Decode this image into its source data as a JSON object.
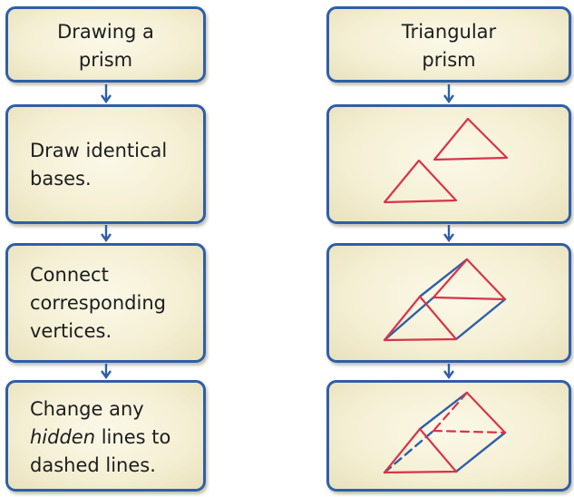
{
  "left_column": {
    "title": {
      "line1": "Drawing a",
      "line2": "prism"
    },
    "steps": [
      {
        "line1": "Draw identical",
        "line2": "bases."
      },
      {
        "line1": "Connect",
        "line2": "corresponding",
        "line3": "vertices."
      },
      {
        "line1": "Change any",
        "line2_emphasis": "hidden",
        "line2_rest": " lines to",
        "line3": "dashed lines."
      }
    ]
  },
  "right_column": {
    "title": {
      "line1": "Triangular",
      "line2": "prism"
    }
  },
  "colors": {
    "box_border": "#2f5fa8",
    "box_fill": "#f4efd3",
    "base_lines": "#d8344a",
    "edge_lines": "#2f5fa8"
  }
}
